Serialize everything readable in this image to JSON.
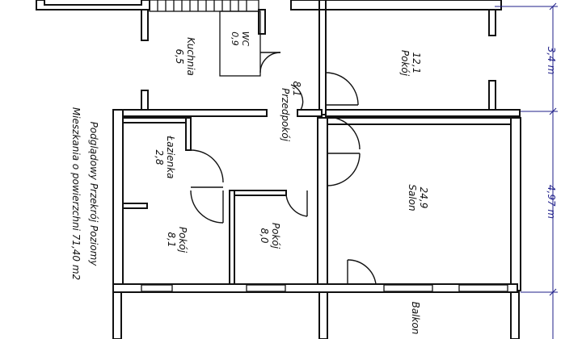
{
  "caption": {
    "line1": "Podglądowy Przekrój Poziomy",
    "line2": "Mieszkania o powierzchni 71,40 m2"
  },
  "rooms": {
    "kuchnia": {
      "name": "Kuchnia",
      "area": "6,5"
    },
    "wc": {
      "name": "WC",
      "area": "0,9"
    },
    "pokoj1": {
      "name": "Pokój",
      "area": "12,1"
    },
    "przedpokoj": {
      "name": "Przedpokój",
      "area": "8,1"
    },
    "lazienka": {
      "name": "Łazienka",
      "area": "2,8"
    },
    "salon": {
      "name": "Salon",
      "area": "24,9"
    },
    "pokoj2": {
      "name": "Pokój",
      "area": "8,1"
    },
    "pokoj3": {
      "name": "Pokój",
      "area": "8,0"
    },
    "balkon": {
      "name": "Balkon",
      "area": ""
    }
  },
  "dimensions": {
    "upper": "3,4 m",
    "lower": "4,97 m"
  },
  "colors": {
    "walls": "#111111",
    "dimension_lines": "#1f1f8a",
    "background": "#ffffff"
  }
}
